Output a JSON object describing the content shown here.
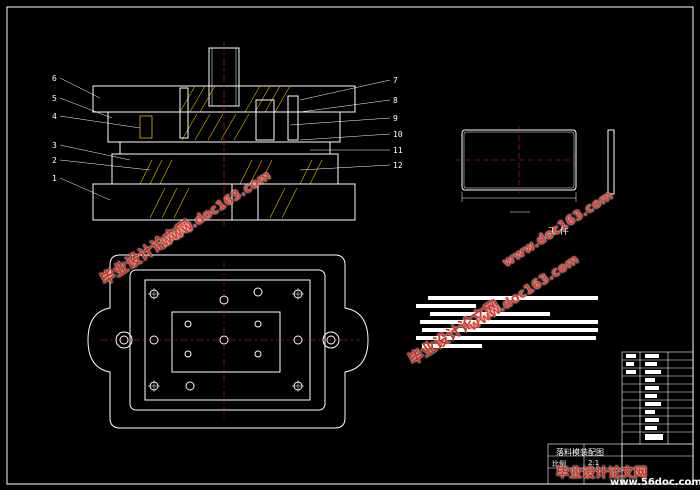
{
  "drawing": {
    "workpiece_label": "工 件",
    "part_numbers_left": [
      "6",
      "5",
      "4",
      "3",
      "2",
      "1"
    ],
    "part_numbers_right": [
      "7",
      "8",
      "9",
      "10",
      "11",
      "12"
    ],
    "title_block_name": "落料模装配图",
    "scale_label": "比例",
    "scale_value": "2:1"
  },
  "watermarks": {
    "site_cn": "毕业设计论文网",
    "url": "www.doc163.com",
    "footer_cn": "毕业设计论文网",
    "footer_url": "www.56doc.com"
  },
  "colors": {
    "background": "#000000",
    "line_white": "#ffffff",
    "hatch_yellow": "#d8c000",
    "center_red": "#e02020",
    "watermark_red": "#e03020"
  }
}
